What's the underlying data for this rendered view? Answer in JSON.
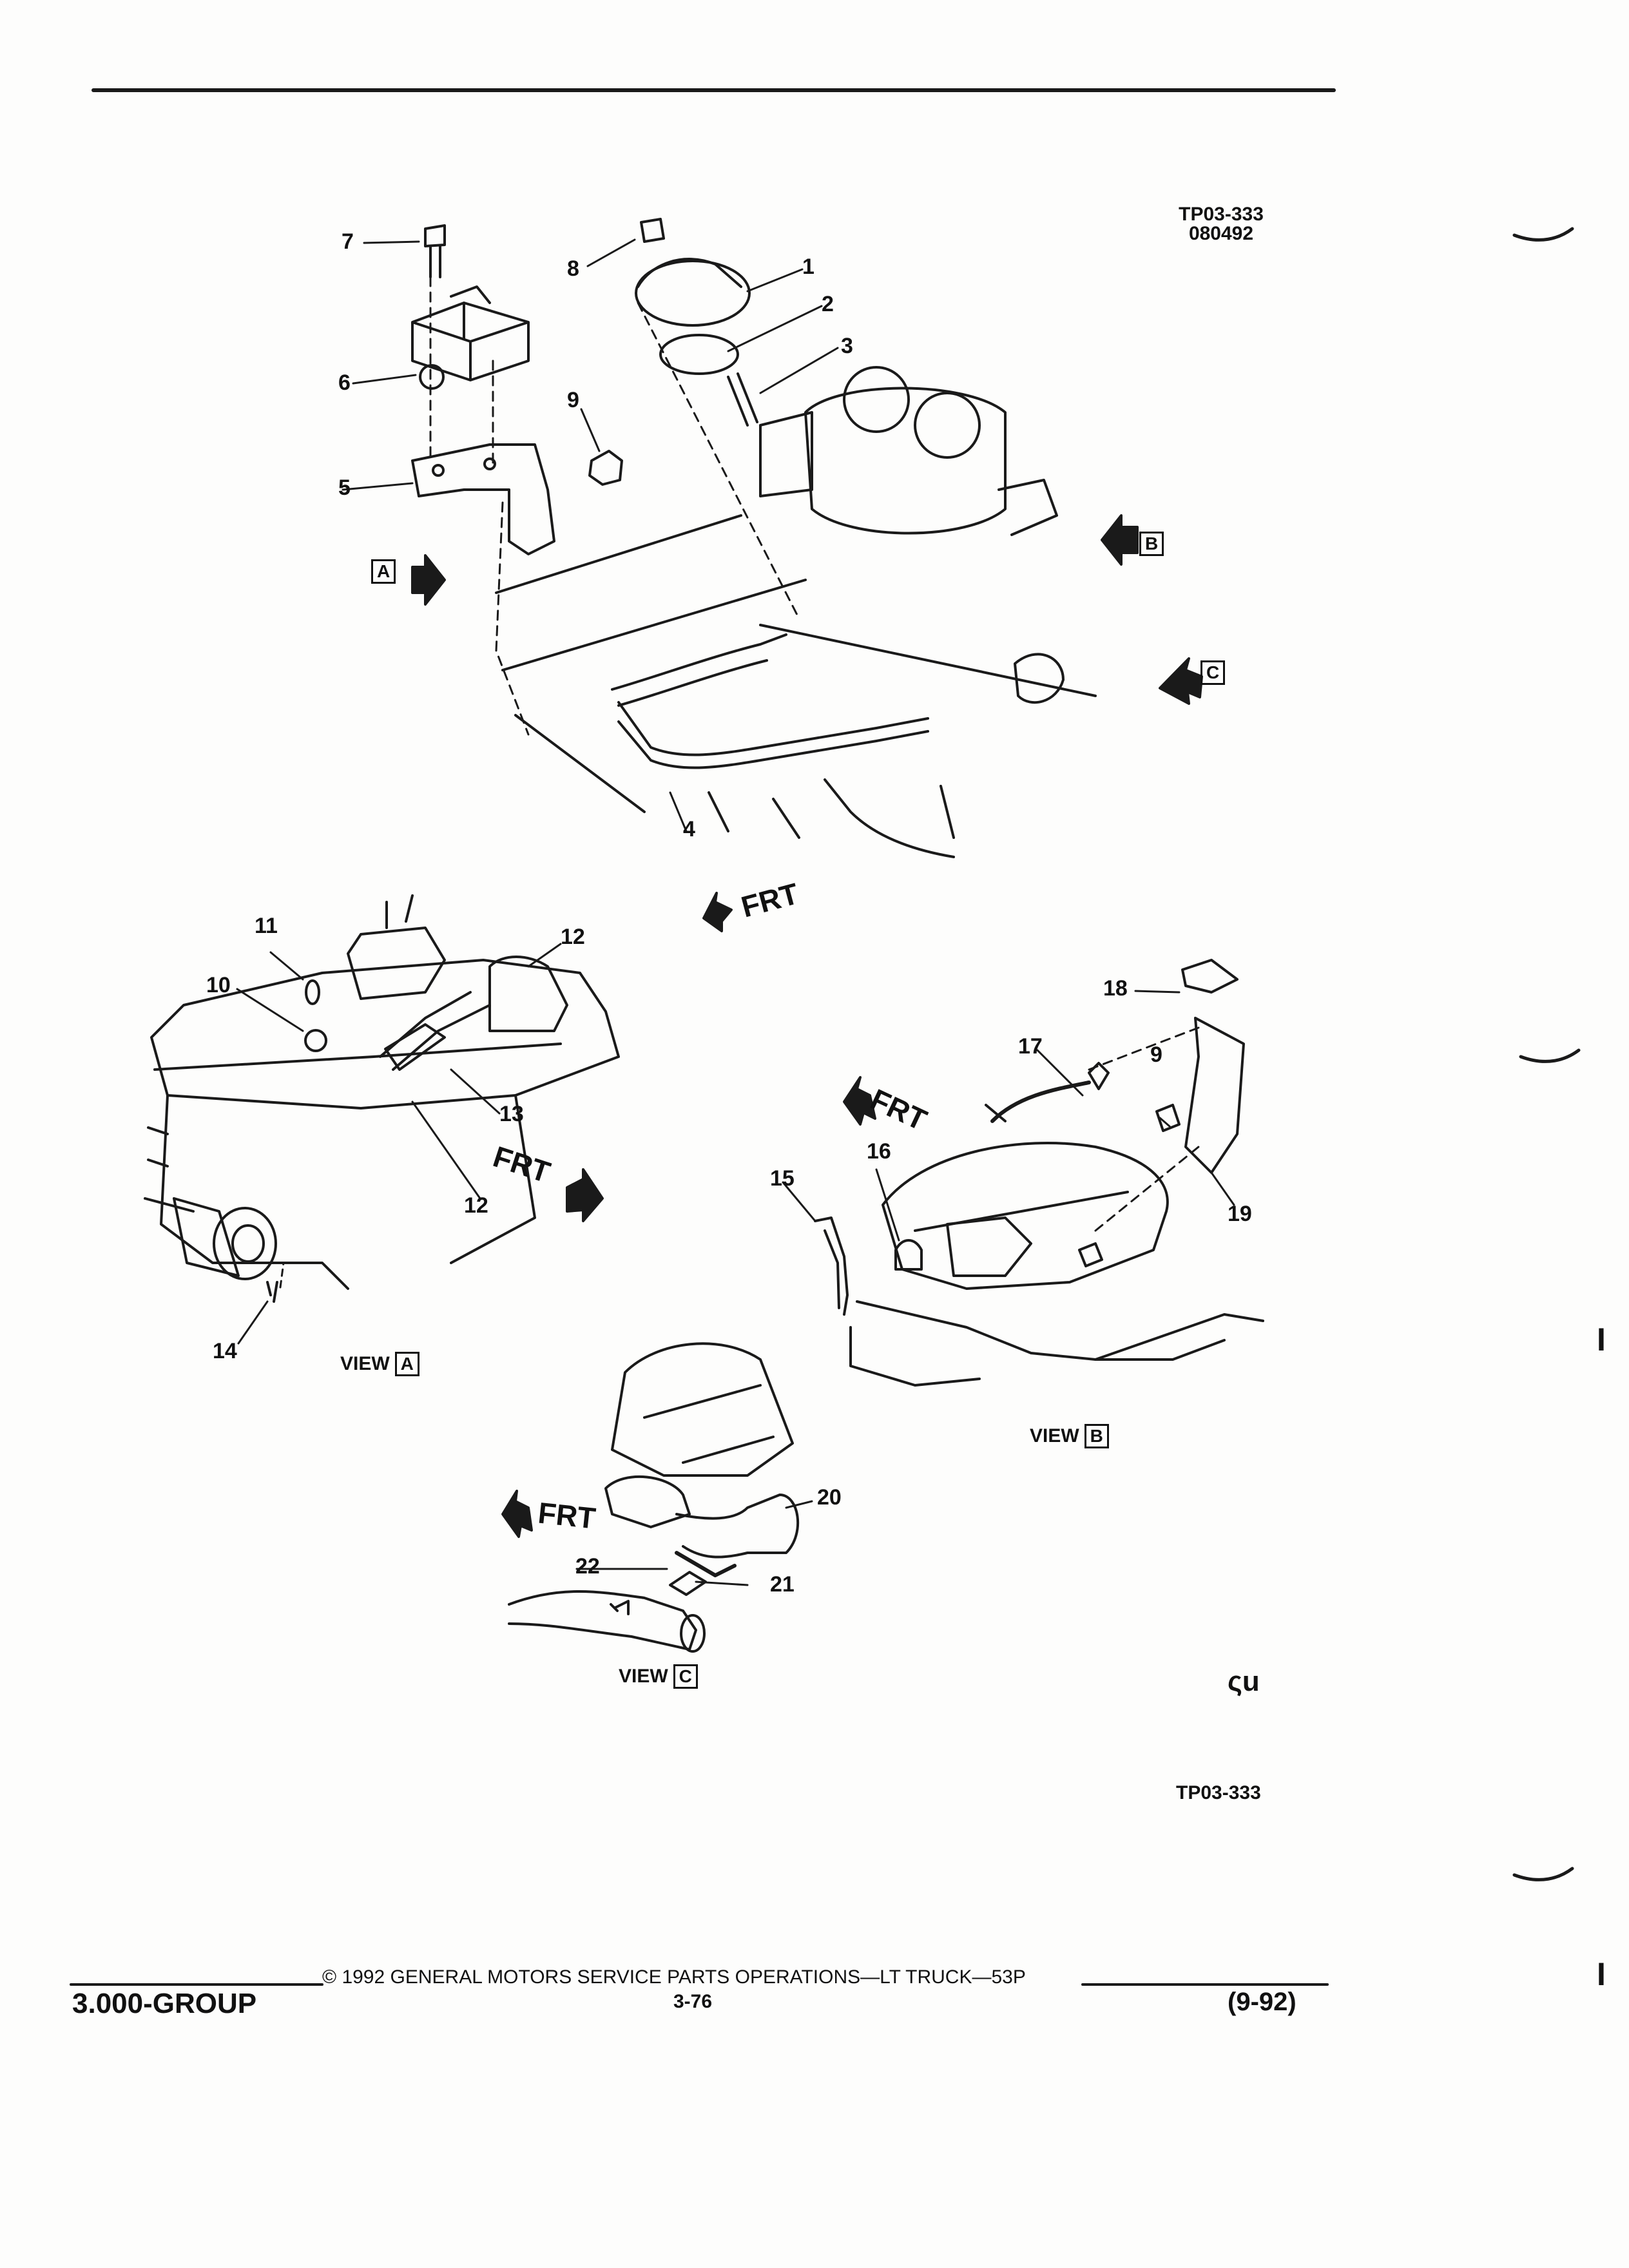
{
  "figure": {
    "code_top_line1": "TP03-333",
    "code_top_line2": "080492",
    "code_bottom": "TP03-333",
    "mark": "ςu"
  },
  "callouts": [
    "1",
    "2",
    "3",
    "4",
    "5",
    "6",
    "7",
    "8",
    "9",
    "9",
    "10",
    "11",
    "12",
    "12",
    "13",
    "14",
    "15",
    "16",
    "17",
    "18",
    "19",
    "20",
    "21",
    "22"
  ],
  "view_refs": {
    "a": "A",
    "b": "B",
    "c": "C"
  },
  "frt_label": "FRT",
  "views": {
    "a": {
      "prefix": "VIEW",
      "letter": "A"
    },
    "b": {
      "prefix": "VIEW",
      "letter": "B"
    },
    "c": {
      "prefix": "VIEW",
      "letter": "C"
    }
  },
  "footer": {
    "group": "3.000-GROUP",
    "copyright": "©  1992  GENERAL MOTORS SERVICE PARTS OPERATIONS—LT TRUCK—53P",
    "page": "3-76",
    "date": "(9-92)"
  },
  "margin_marks": [
    "I",
    "I"
  ]
}
